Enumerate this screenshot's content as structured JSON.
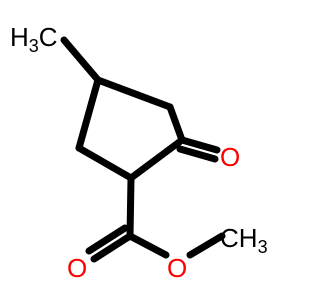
{
  "molecule": {
    "labels": {
      "methyl_left": {
        "main": "H",
        "subscript": "3",
        "tail": "C"
      },
      "ketone_oxygen": "O",
      "carbonyl_oxygen": "O",
      "ester_oxygen": "O",
      "methyl_right": {
        "main": "CH",
        "subscript": "3"
      }
    },
    "colors": {
      "bond": "#000000",
      "carbon_label": "#000000",
      "oxygen_label": "#ff0000"
    }
  }
}
